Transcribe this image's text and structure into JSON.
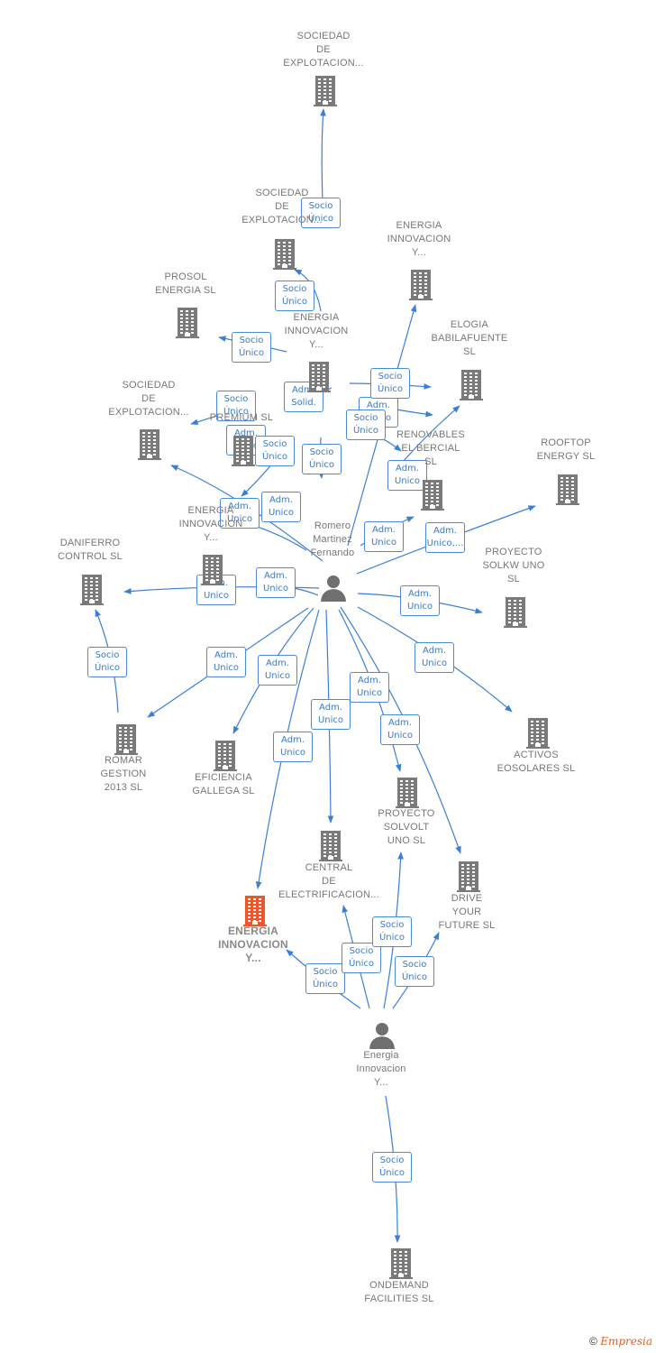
{
  "nodes": [
    {
      "id": "sociedad1",
      "type": "company",
      "label": "SOCIEDAD\nDE\nEXPLOTACION..."
    },
    {
      "id": "sociedad2",
      "type": "company",
      "label": "SOCIEDAD\nDE\nEXPLOTACION..."
    },
    {
      "id": "energia_top",
      "type": "company",
      "label": "ENERGIA\nINNOVACION\nY..."
    },
    {
      "id": "prosol",
      "type": "company",
      "label": "PROSOL\nENERGIA  SL"
    },
    {
      "id": "energia_mid",
      "type": "company",
      "label": "ENERGIA\nINNOVACION\nY..."
    },
    {
      "id": "elogia",
      "type": "company",
      "label": "ELOGIA\nBABILAFUENTE\nSL"
    },
    {
      "id": "sociedad3",
      "type": "company",
      "label": "SOCIEDAD\nDE\nEXPLOTACION..."
    },
    {
      "id": "premium",
      "type": "company",
      "label": "PREMIUM  SL"
    },
    {
      "id": "renovables",
      "type": "company",
      "label": "RENOVABLES\nEL BERCIAL\nSL"
    },
    {
      "id": "rooftop",
      "type": "company",
      "label": "ROOFTOP\nENERGY  SL"
    },
    {
      "id": "energia_left",
      "type": "company",
      "label": "ENERGIA\nINNOVACION\nY..."
    },
    {
      "id": "daniferro",
      "type": "company",
      "label": "DANIFERRO\nCONTROL  SL"
    },
    {
      "id": "proyecto_solkw",
      "type": "company",
      "label": "PROYECTO\nSOLKW UNO\nSL"
    },
    {
      "id": "romar",
      "type": "company",
      "label": "ROMAR\nGESTION\n2013  SL"
    },
    {
      "id": "eficiencia",
      "type": "company",
      "label": "EFICIENCIA\nGALLEGA SL"
    },
    {
      "id": "activos",
      "type": "company",
      "label": "ACTIVOS\nEOSOLARES SL"
    },
    {
      "id": "proyecto_solvolt",
      "type": "company",
      "label": "PROYECTO\nSOLVOLT\nUNO  SL"
    },
    {
      "id": "central",
      "type": "company",
      "label": "CENTRAL\nDE\nELECTRIFICACION..."
    },
    {
      "id": "drive",
      "type": "company",
      "label": "DRIVE\nYOUR\nFUTURE  SL"
    },
    {
      "id": "energia_main",
      "type": "company",
      "label": "ENERGIA\nINNOVACION\nY...",
      "highlight": true
    },
    {
      "id": "ondemand",
      "type": "company",
      "label": "ONDEMAND\nFACILITIES SL"
    },
    {
      "id": "romero",
      "type": "person",
      "label": "Romero\nMartinez\nFernando"
    },
    {
      "id": "energia_person",
      "type": "person",
      "label": "Energia\nInnovacion\nY..."
    }
  ],
  "edges": [
    {
      "label": "Socio\nÚnico"
    },
    {
      "label": "Socio\nÚnico"
    },
    {
      "label": "Socio\nÚnico"
    },
    {
      "label": "Adm.\nSolid."
    },
    {
      "label": "Socio\nÚnico"
    },
    {
      "label": "Adm.\nUnico"
    },
    {
      "label": "Socio\nÚnico"
    },
    {
      "label": "Socio\nÚnico"
    },
    {
      "label": "Adm.\nUnico"
    },
    {
      "label": "Socio\nÚnico"
    },
    {
      "label": "Socio\nÚnico"
    },
    {
      "label": "Adm.\nUnico"
    },
    {
      "label": "Adm.\nUnico"
    },
    {
      "label": "Adm.\nUnico"
    },
    {
      "label": "Adm.\nUnico"
    },
    {
      "label": "Adm.\nUnico,..."
    },
    {
      "label": "Adm.\nUnico"
    },
    {
      "label": "Adm.\nUnico"
    },
    {
      "label": "Adm.\nUnico"
    },
    {
      "label": "Socio\nÚnico"
    },
    {
      "label": "Adm.\nUnico"
    },
    {
      "label": "Adm.\nUnico"
    },
    {
      "label": "Adm.\nUnico"
    },
    {
      "label": "Adm.\nUnico"
    },
    {
      "label": "Adm.\nUnico"
    },
    {
      "label": "Adm.\nUnico"
    },
    {
      "label": "Adm.\nUnico"
    },
    {
      "label": "Adm.\nUnico"
    },
    {
      "label": "Socio\nÚnico"
    },
    {
      "label": "Socio\nÚnico"
    },
    {
      "label": "Socio\nÚnico"
    },
    {
      "label": "Socio\nÚnico"
    },
    {
      "label": "Socio\nÚnico"
    }
  ],
  "colors": {
    "edge": "#3a7fd5",
    "building": "#7a7a7a",
    "highlight": "#e8582a",
    "person": "#6f6f6f"
  },
  "footer": {
    "copyright": "©",
    "brand": "Empresia"
  }
}
